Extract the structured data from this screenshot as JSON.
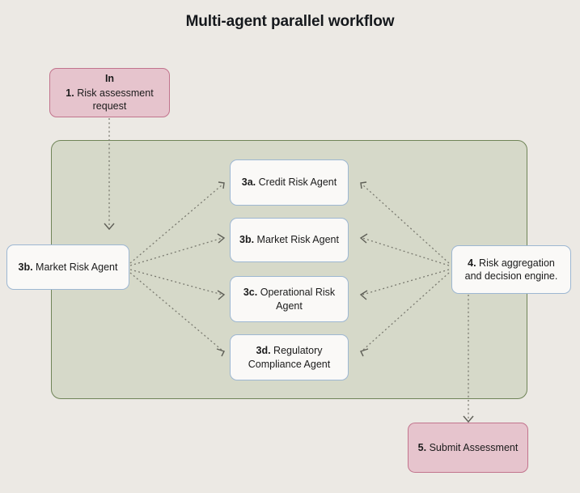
{
  "page": {
    "title": "Multi-agent parallel workflow",
    "background_color": "#ece9e4"
  },
  "colors": {
    "io_fill": "#e6c4cd",
    "io_border": "#c2748d",
    "agent_fill": "#faf9f7",
    "agent_border": "#9db7d2",
    "group_fill": "#d6d9c9",
    "group_border": "#6f8457",
    "edge": "#7a7a70"
  },
  "nodes": {
    "input": {
      "header": "In",
      "step": "1.",
      "label": "Risk assessment request"
    },
    "entry_agent": {
      "step": "3b.",
      "label": "Market Risk Agent"
    },
    "credit": {
      "step": "3a.",
      "label": "Credit Risk Agent"
    },
    "market": {
      "step": "3b.",
      "label": "Market Risk Agent"
    },
    "operational": {
      "step": "3c.",
      "label": "Operational Risk Agent"
    },
    "regulatory": {
      "step": "3d.",
      "label": "Regulatory Compliance Agent"
    },
    "aggregation": {
      "step": "4.",
      "label": "Risk aggregation and decision engine."
    },
    "submit": {
      "step": "5.",
      "label": "Submit Assessment"
    }
  },
  "edges": [
    {
      "from": "input",
      "to": "entry_agent",
      "style": "dotted",
      "direction": "down"
    },
    {
      "from": "entry_agent",
      "to": "credit",
      "style": "dotted",
      "direction": "right"
    },
    {
      "from": "entry_agent",
      "to": "market",
      "style": "dotted",
      "direction": "right"
    },
    {
      "from": "entry_agent",
      "to": "operational",
      "style": "dotted",
      "direction": "right"
    },
    {
      "from": "entry_agent",
      "to": "regulatory",
      "style": "dotted",
      "direction": "right"
    },
    {
      "from": "aggregation",
      "to": "credit",
      "style": "dotted",
      "direction": "left"
    },
    {
      "from": "aggregation",
      "to": "market",
      "style": "dotted",
      "direction": "left"
    },
    {
      "from": "aggregation",
      "to": "operational",
      "style": "dotted",
      "direction": "left"
    },
    {
      "from": "aggregation",
      "to": "regulatory",
      "style": "dotted",
      "direction": "left"
    },
    {
      "from": "aggregation",
      "to": "submit",
      "style": "dotted",
      "direction": "down"
    }
  ]
}
